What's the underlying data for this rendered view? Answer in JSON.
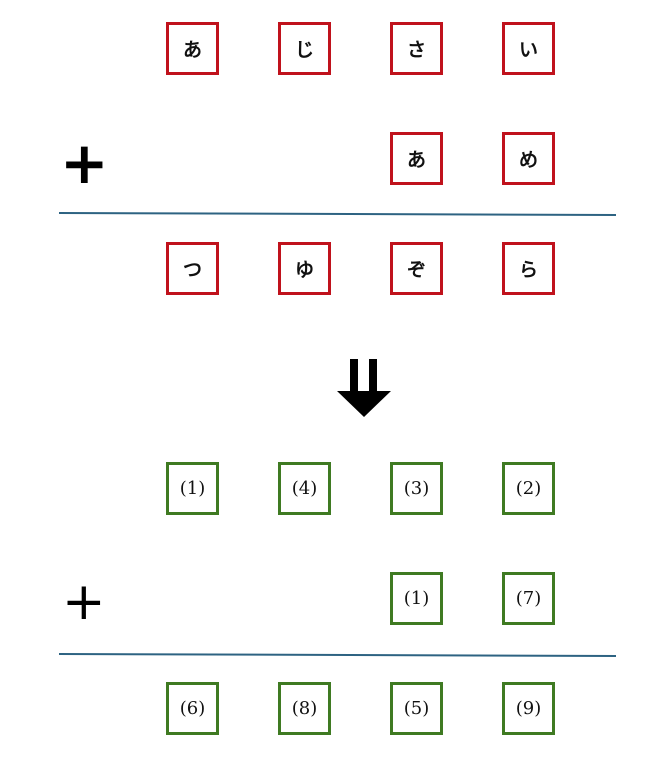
{
  "top": {
    "addend1": [
      "あ",
      "じ",
      "さ",
      "い"
    ],
    "addend2": [
      "あ",
      "め"
    ],
    "sum": [
      "つ",
      "ゆ",
      "ぞ",
      "ら"
    ],
    "operator": "+"
  },
  "arrow_icon": "double-down-arrow",
  "bottom": {
    "addend1": [
      "(1)",
      "(4)",
      "(3)",
      "(2)"
    ],
    "addend2": [
      "(1)",
      "(7)"
    ],
    "sum": [
      "(6)",
      "(8)",
      "(5)",
      "(9)"
    ],
    "operator": "+"
  },
  "colors": {
    "kana_border": "#c0121c",
    "number_border": "#3f7a22",
    "rule": "#2d6382"
  }
}
